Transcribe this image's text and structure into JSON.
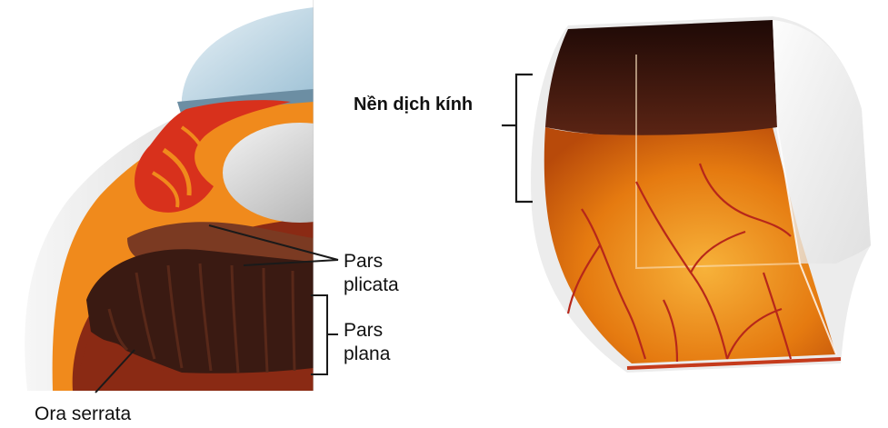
{
  "labels": {
    "base_vitreous": "Nền dịch kính",
    "pars_plicata_line1": "Pars",
    "pars_plicata_line2": "plicata",
    "pars_plana_line1": "Pars",
    "pars_plana_line2": "plana",
    "ora_serrata": "Ora serrata"
  },
  "colors": {
    "sclera": "#e9e9e9",
    "choroid_orange": "#f08a1c",
    "ciliary_red": "#d8311c",
    "pars_plana_dark": "#3a1a12",
    "vitreous_base_dark": "#2a0f0a",
    "retina_orange": "#e57a10",
    "vessel_red": "#b7271a",
    "lens_grey": "#cfcfcf",
    "cornea_blue": "#bfd8e6"
  }
}
